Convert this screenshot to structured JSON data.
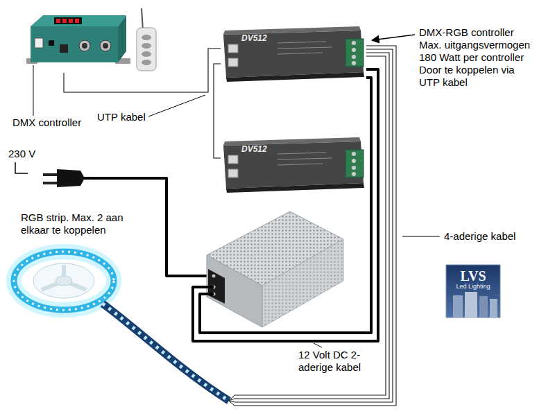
{
  "diagram": {
    "nodes": [
      {
        "text": [
          "DMX controller"
        ]
      },
      {
        "text": [
          "DV512"
        ]
      },
      {
        "text": [
          "DV512"
        ]
      },
      {
        "text": [
          "RGB strip. Max. 2 aan elkaar te koppelen"
        ]
      },
      {
        "text": [
          "LVS",
          "Led Lighting"
        ]
      }
    ],
    "edges": [
      {
        "from": 0,
        "to": 1,
        "arrow": "none"
      },
      {
        "from": 1,
        "to": 2,
        "arrow": "none"
      },
      {
        "from": 1,
        "to": 3,
        "arrow": "none"
      }
    ],
    "labels": [
      "DMX-RGB controller Max. uitgangsvermogen 180 Watt per controller Door te koppelen via UTP kabel",
      "UTP kabel",
      "230 V",
      "4-aderige kabel",
      "12 Volt DC 2-aderige kabel"
    ]
  }
}
